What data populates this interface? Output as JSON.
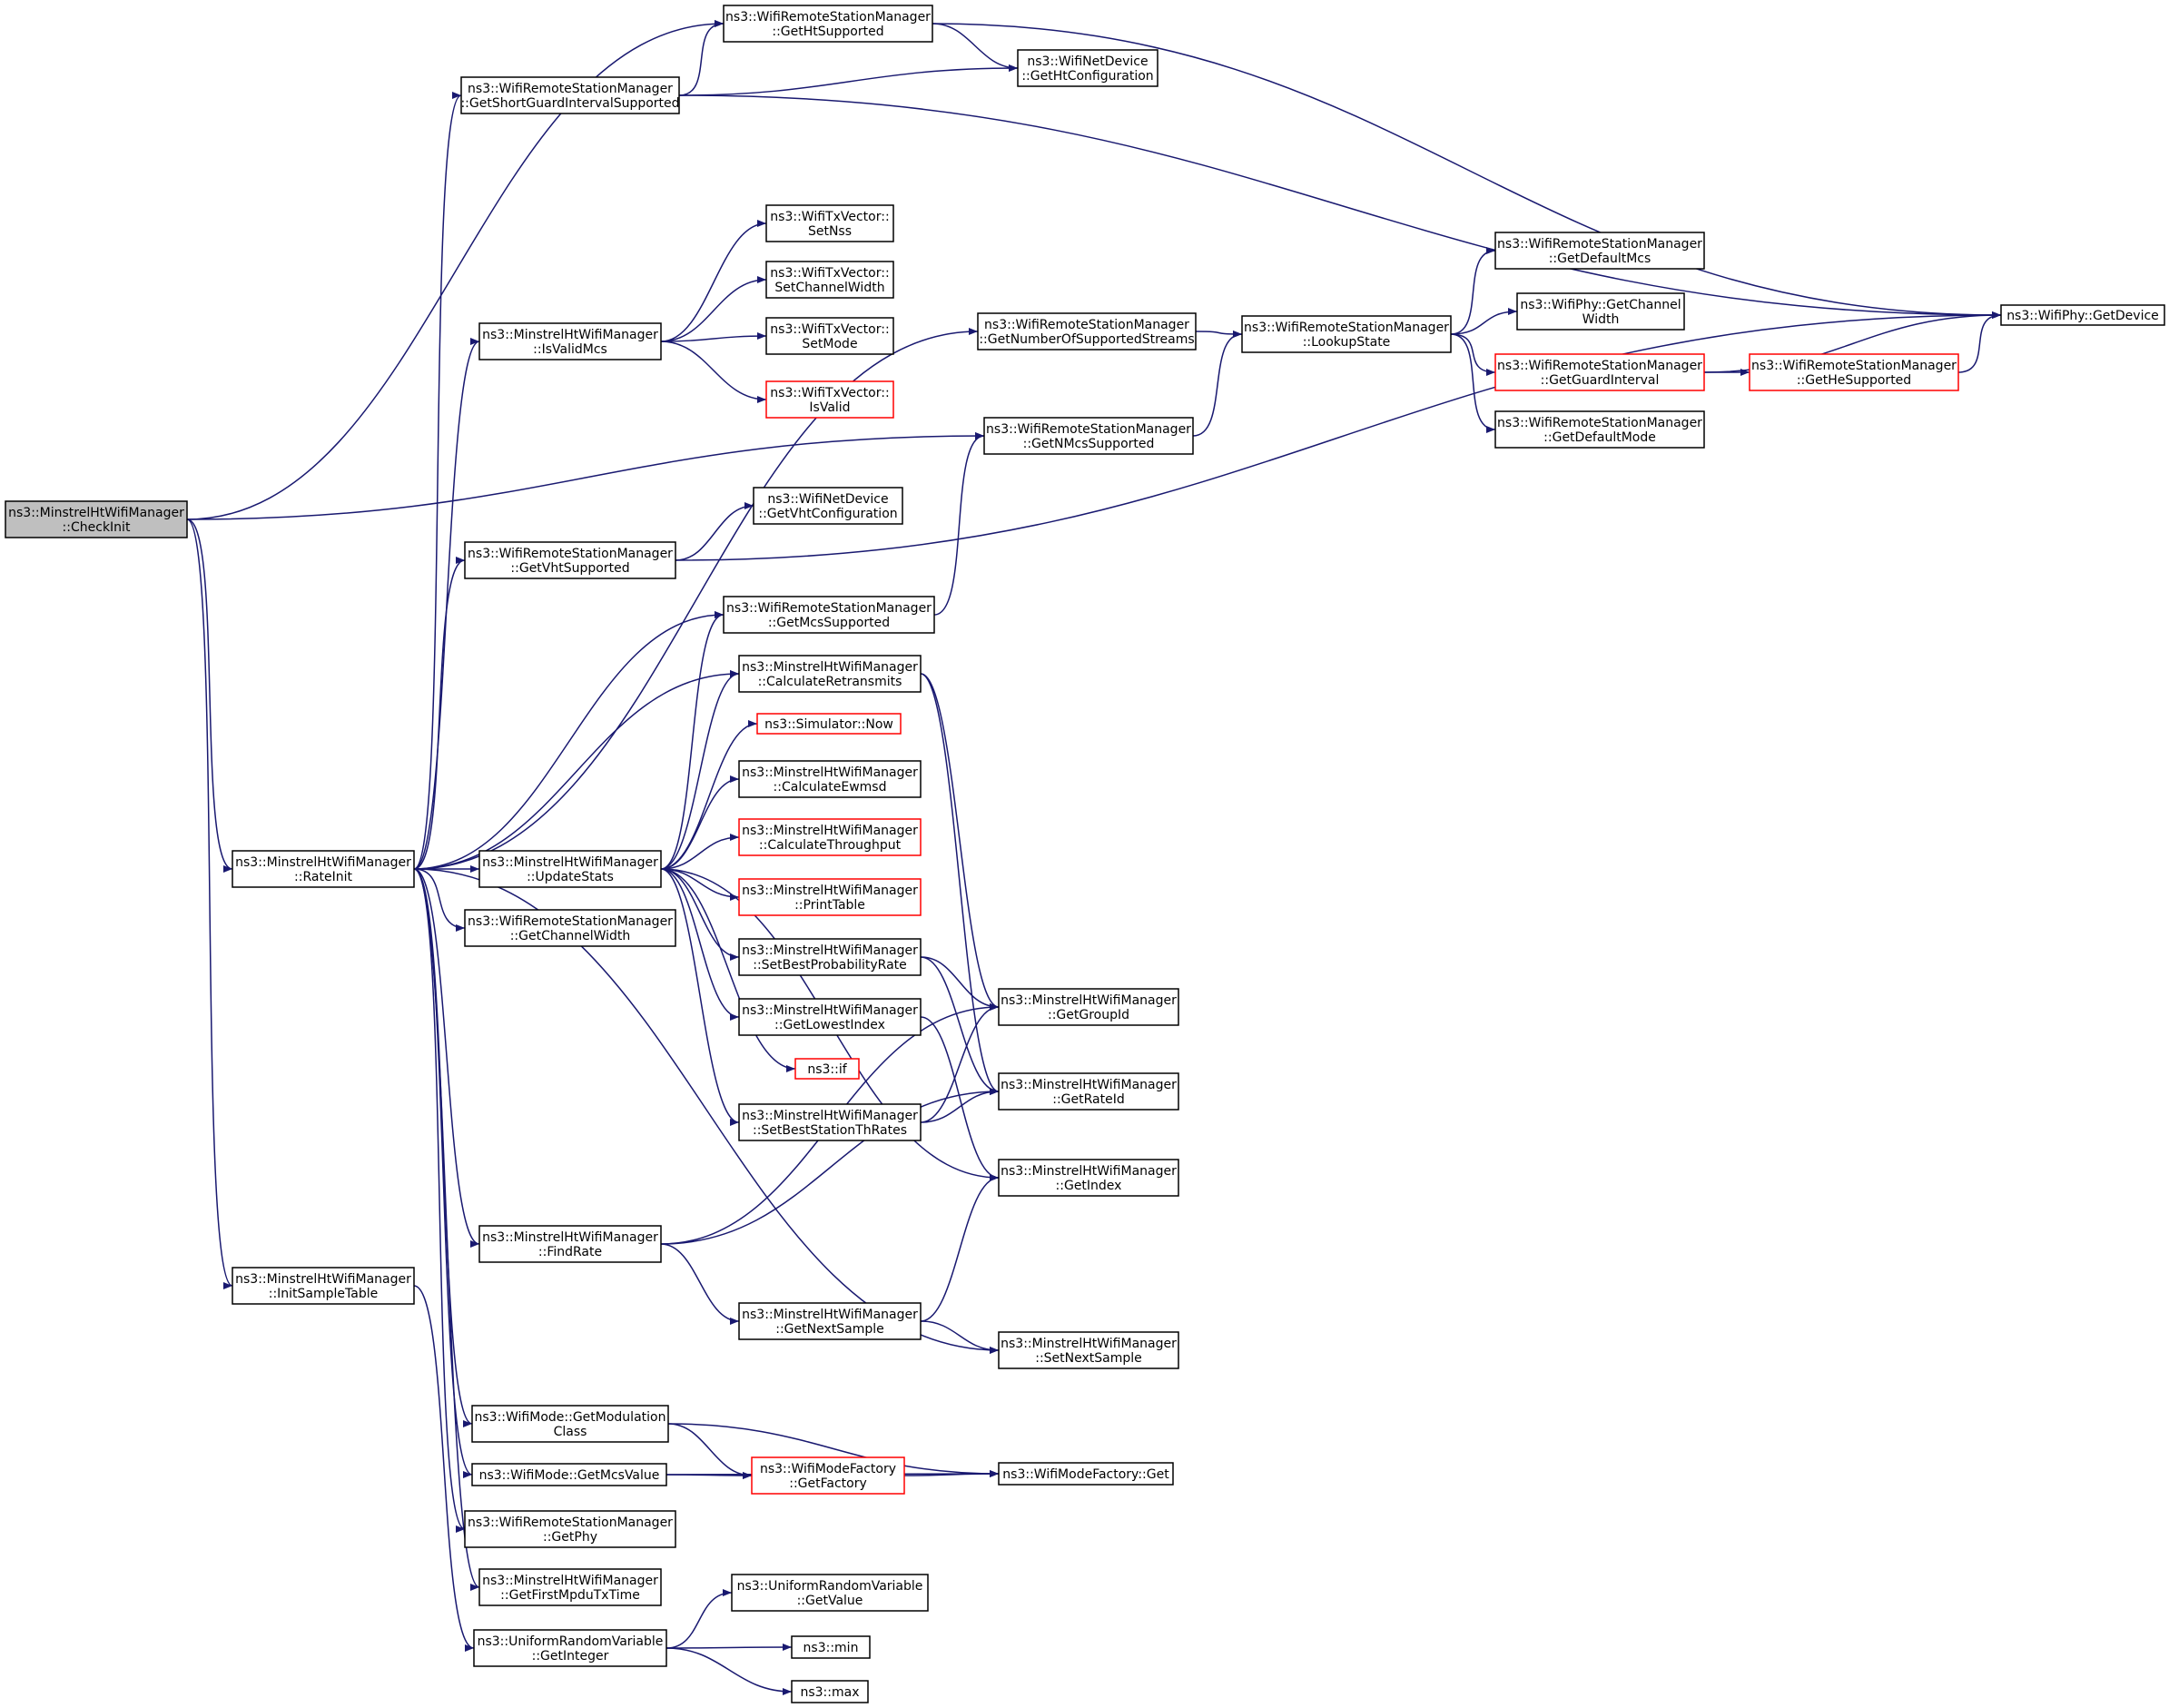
{
  "nodes": {
    "checkInit": {
      "lines": [
        "ns3::MinstrelHtWifiManager",
        "::CheckInit"
      ],
      "style": "root"
    },
    "rateInit": {
      "lines": [
        "ns3::MinstrelHtWifiManager",
        "::RateInit"
      ]
    },
    "initSampleTable": {
      "lines": [
        "ns3::MinstrelHtWifiManager",
        "::InitSampleTable"
      ]
    },
    "getHtSupported": {
      "lines": [
        "ns3::WifiRemoteStationManager",
        "::GetHtSupported"
      ]
    },
    "getShortGi": {
      "lines": [
        "ns3::WifiRemoteStationManager",
        "::GetShortGuardIntervalSupported"
      ]
    },
    "getHtConfiguration": {
      "lines": [
        "ns3::WifiNetDevice",
        "::GetHtConfiguration"
      ]
    },
    "getDevice": {
      "lines": [
        "ns3::WifiPhy::GetDevice"
      ]
    },
    "setNss": {
      "lines": [
        "ns3::WifiTxVector::",
        "SetNss"
      ]
    },
    "setChannelWidth": {
      "lines": [
        "ns3::WifiTxVector::",
        "SetChannelWidth"
      ]
    },
    "setMode": {
      "lines": [
        "ns3::WifiTxVector::",
        "SetMode"
      ]
    },
    "isValid": {
      "lines": [
        "ns3::WifiTxVector::",
        "IsValid"
      ],
      "style": "red"
    },
    "isValidMcs": {
      "lines": [
        "ns3::MinstrelHtWifiManager",
        "::IsValidMcs"
      ]
    },
    "getNumberOfSupportedStreams": {
      "lines": [
        "ns3::WifiRemoteStationManager",
        "::GetNumberOfSupportedStreams"
      ]
    },
    "getNMcsSupported": {
      "lines": [
        "ns3::WifiRemoteStationManager",
        "::GetNMcsSupported"
      ]
    },
    "lookupState": {
      "lines": [
        "ns3::WifiRemoteStationManager",
        "::LookupState"
      ]
    },
    "getDefaultMcs": {
      "lines": [
        "ns3::WifiRemoteStationManager",
        "::GetDefaultMcs"
      ]
    },
    "getChannelWidthPhy": {
      "lines": [
        "ns3::WifiPhy::GetChannel",
        "Width"
      ]
    },
    "getGuardInterval": {
      "lines": [
        "ns3::WifiRemoteStationManager",
        "::GetGuardInterval"
      ],
      "style": "red"
    },
    "getHeSupported": {
      "lines": [
        "ns3::WifiRemoteStationManager",
        "::GetHeSupported"
      ],
      "style": "red"
    },
    "getDefaultMode": {
      "lines": [
        "ns3::WifiRemoteStationManager",
        "::GetDefaultMode"
      ]
    },
    "getVhtConfiguration": {
      "lines": [
        "ns3::WifiNetDevice",
        "::GetVhtConfiguration"
      ]
    },
    "getVhtSupported": {
      "lines": [
        "ns3::WifiRemoteStationManager",
        "::GetVhtSupported"
      ]
    },
    "getMcsSupported": {
      "lines": [
        "ns3::WifiRemoteStationManager",
        "::GetMcsSupported"
      ]
    },
    "calculateRetransmits": {
      "lines": [
        "ns3::MinstrelHtWifiManager",
        "::CalculateRetransmits"
      ]
    },
    "simulatorNow": {
      "lines": [
        "ns3::Simulator::Now"
      ],
      "style": "red"
    },
    "calculateEwmsd": {
      "lines": [
        "ns3::MinstrelHtWifiManager",
        "::CalculateEwmsd"
      ]
    },
    "calculateThroughput": {
      "lines": [
        "ns3::MinstrelHtWifiManager",
        "::CalculateThroughput"
      ],
      "style": "red"
    },
    "printTable": {
      "lines": [
        "ns3::MinstrelHtWifiManager",
        "::PrintTable"
      ],
      "style": "red"
    },
    "updateStats": {
      "lines": [
        "ns3::MinstrelHtWifiManager",
        "::UpdateStats"
      ]
    },
    "getChannelWidth": {
      "lines": [
        "ns3::WifiRemoteStationManager",
        "::GetChannelWidth"
      ]
    },
    "setBestProbabilityRate": {
      "lines": [
        "ns3::MinstrelHtWifiManager",
        "::SetBestProbabilityRate"
      ]
    },
    "getLowestIndex": {
      "lines": [
        "ns3::MinstrelHtWifiManager",
        "::GetLowestIndex"
      ]
    },
    "nsIf": {
      "lines": [
        "ns3::if"
      ],
      "style": "red"
    },
    "setBestStationThRates": {
      "lines": [
        "ns3::MinstrelHtWifiManager",
        "::SetBestStationThRates"
      ]
    },
    "getGroupId": {
      "lines": [
        "ns3::MinstrelHtWifiManager",
        "::GetGroupId"
      ]
    },
    "getRateId": {
      "lines": [
        "ns3::MinstrelHtWifiManager",
        "::GetRateId"
      ]
    },
    "getIndex": {
      "lines": [
        "ns3::MinstrelHtWifiManager",
        "::GetIndex"
      ]
    },
    "findRate": {
      "lines": [
        "ns3::MinstrelHtWifiManager",
        "::FindRate"
      ]
    },
    "getNextSample": {
      "lines": [
        "ns3::MinstrelHtWifiManager",
        "::GetNextSample"
      ]
    },
    "setNextSample": {
      "lines": [
        "ns3::MinstrelHtWifiManager",
        "::SetNextSample"
      ]
    },
    "getModulationClass": {
      "lines": [
        "ns3::WifiMode::GetModulation",
        "Class"
      ]
    },
    "getFactory": {
      "lines": [
        "ns3::WifiModeFactory",
        "::GetFactory"
      ],
      "style": "red"
    },
    "wifiModeFactoryGet": {
      "lines": [
        "ns3::WifiModeFactory::Get"
      ]
    },
    "getMcsValue": {
      "lines": [
        "ns3::WifiMode::GetMcsValue"
      ]
    },
    "getPhy": {
      "lines": [
        "ns3::WifiRemoteStationManager",
        "::GetPhy"
      ]
    },
    "getFirstMpduTxTime": {
      "lines": [
        "ns3::MinstrelHtWifiManager",
        "::GetFirstMpduTxTime"
      ]
    },
    "getValue": {
      "lines": [
        "ns3::UniformRandomVariable",
        "::GetValue"
      ]
    },
    "getInteger": {
      "lines": [
        "ns3::UniformRandomVariable",
        "::GetInteger"
      ]
    },
    "nsMin": {
      "lines": [
        "ns3::min"
      ]
    },
    "nsMax": {
      "lines": [
        "ns3::max"
      ]
    }
  },
  "edges": [
    [
      "checkInit",
      "getHtSupported"
    ],
    [
      "checkInit",
      "getNMcsSupported"
    ],
    [
      "checkInit",
      "rateInit"
    ],
    [
      "checkInit",
      "initSampleTable"
    ],
    [
      "getHtSupported",
      "getHtConfiguration"
    ],
    [
      "getHtSupported",
      "getDevice"
    ],
    [
      "getShortGi",
      "getHtSupported"
    ],
    [
      "getShortGi",
      "getHtConfiguration"
    ],
    [
      "getShortGi",
      "getDevice"
    ],
    [
      "rateInit",
      "getShortGi"
    ],
    [
      "rateInit",
      "isValidMcs"
    ],
    [
      "rateInit",
      "getNumberOfSupportedStreams"
    ],
    [
      "rateInit",
      "getVhtSupported"
    ],
    [
      "rateInit",
      "getMcsSupported"
    ],
    [
      "rateInit",
      "calculateRetransmits"
    ],
    [
      "rateInit",
      "updateStats"
    ],
    [
      "rateInit",
      "getChannelWidth"
    ],
    [
      "rateInit",
      "findRate"
    ],
    [
      "rateInit",
      "setNextSample"
    ],
    [
      "rateInit",
      "getModulationClass"
    ],
    [
      "rateInit",
      "getMcsValue"
    ],
    [
      "rateInit",
      "getPhy"
    ],
    [
      "rateInit",
      "getFirstMpduTxTime"
    ],
    [
      "isValidMcs",
      "setNss"
    ],
    [
      "isValidMcs",
      "setChannelWidth"
    ],
    [
      "isValidMcs",
      "setMode"
    ],
    [
      "isValidMcs",
      "isValid"
    ],
    [
      "getNumberOfSupportedStreams",
      "lookupState"
    ],
    [
      "getNMcsSupported",
      "lookupState"
    ],
    [
      "lookupState",
      "getDefaultMcs"
    ],
    [
      "lookupState",
      "getChannelWidthPhy"
    ],
    [
      "lookupState",
      "getGuardInterval"
    ],
    [
      "lookupState",
      "getDefaultMode"
    ],
    [
      "getGuardInterval",
      "getHeSupported"
    ],
    [
      "getGuardInterval",
      "getDevice"
    ],
    [
      "getHeSupported",
      "getDevice"
    ],
    [
      "getVhtSupported",
      "getVhtConfiguration"
    ],
    [
      "getVhtSupported",
      "getDevice"
    ],
    [
      "getMcsSupported",
      "getNMcsSupported"
    ],
    [
      "calculateRetransmits",
      "getGroupId"
    ],
    [
      "calculateRetransmits",
      "getRateId"
    ],
    [
      "updateStats",
      "getMcsSupported"
    ],
    [
      "updateStats",
      "calculateRetransmits"
    ],
    [
      "updateStats",
      "simulatorNow"
    ],
    [
      "updateStats",
      "calculateEwmsd"
    ],
    [
      "updateStats",
      "calculateThroughput"
    ],
    [
      "updateStats",
      "printTable"
    ],
    [
      "updateStats",
      "setBestProbabilityRate"
    ],
    [
      "updateStats",
      "getLowestIndex"
    ],
    [
      "updateStats",
      "nsIf"
    ],
    [
      "updateStats",
      "setBestStationThRates"
    ],
    [
      "updateStats",
      "getIndex"
    ],
    [
      "setBestProbabilityRate",
      "getGroupId"
    ],
    [
      "setBestProbabilityRate",
      "getRateId"
    ],
    [
      "getLowestIndex",
      "getIndex"
    ],
    [
      "setBestStationThRates",
      "getGroupId"
    ],
    [
      "setBestStationThRates",
      "getRateId"
    ],
    [
      "findRate",
      "getGroupId"
    ],
    [
      "findRate",
      "getRateId"
    ],
    [
      "findRate",
      "getNextSample"
    ],
    [
      "getNextSample",
      "getIndex"
    ],
    [
      "getNextSample",
      "setNextSample"
    ],
    [
      "getModulationClass",
      "getFactory"
    ],
    [
      "getModulationClass",
      "wifiModeFactoryGet"
    ],
    [
      "getFactory",
      "wifiModeFactoryGet"
    ],
    [
      "getMcsValue",
      "getFactory"
    ],
    [
      "getMcsValue",
      "wifiModeFactoryGet"
    ],
    [
      "initSampleTable",
      "getInteger"
    ],
    [
      "getInteger",
      "getValue"
    ],
    [
      "getInteger",
      "nsMin"
    ],
    [
      "getInteger",
      "nsMax"
    ]
  ]
}
